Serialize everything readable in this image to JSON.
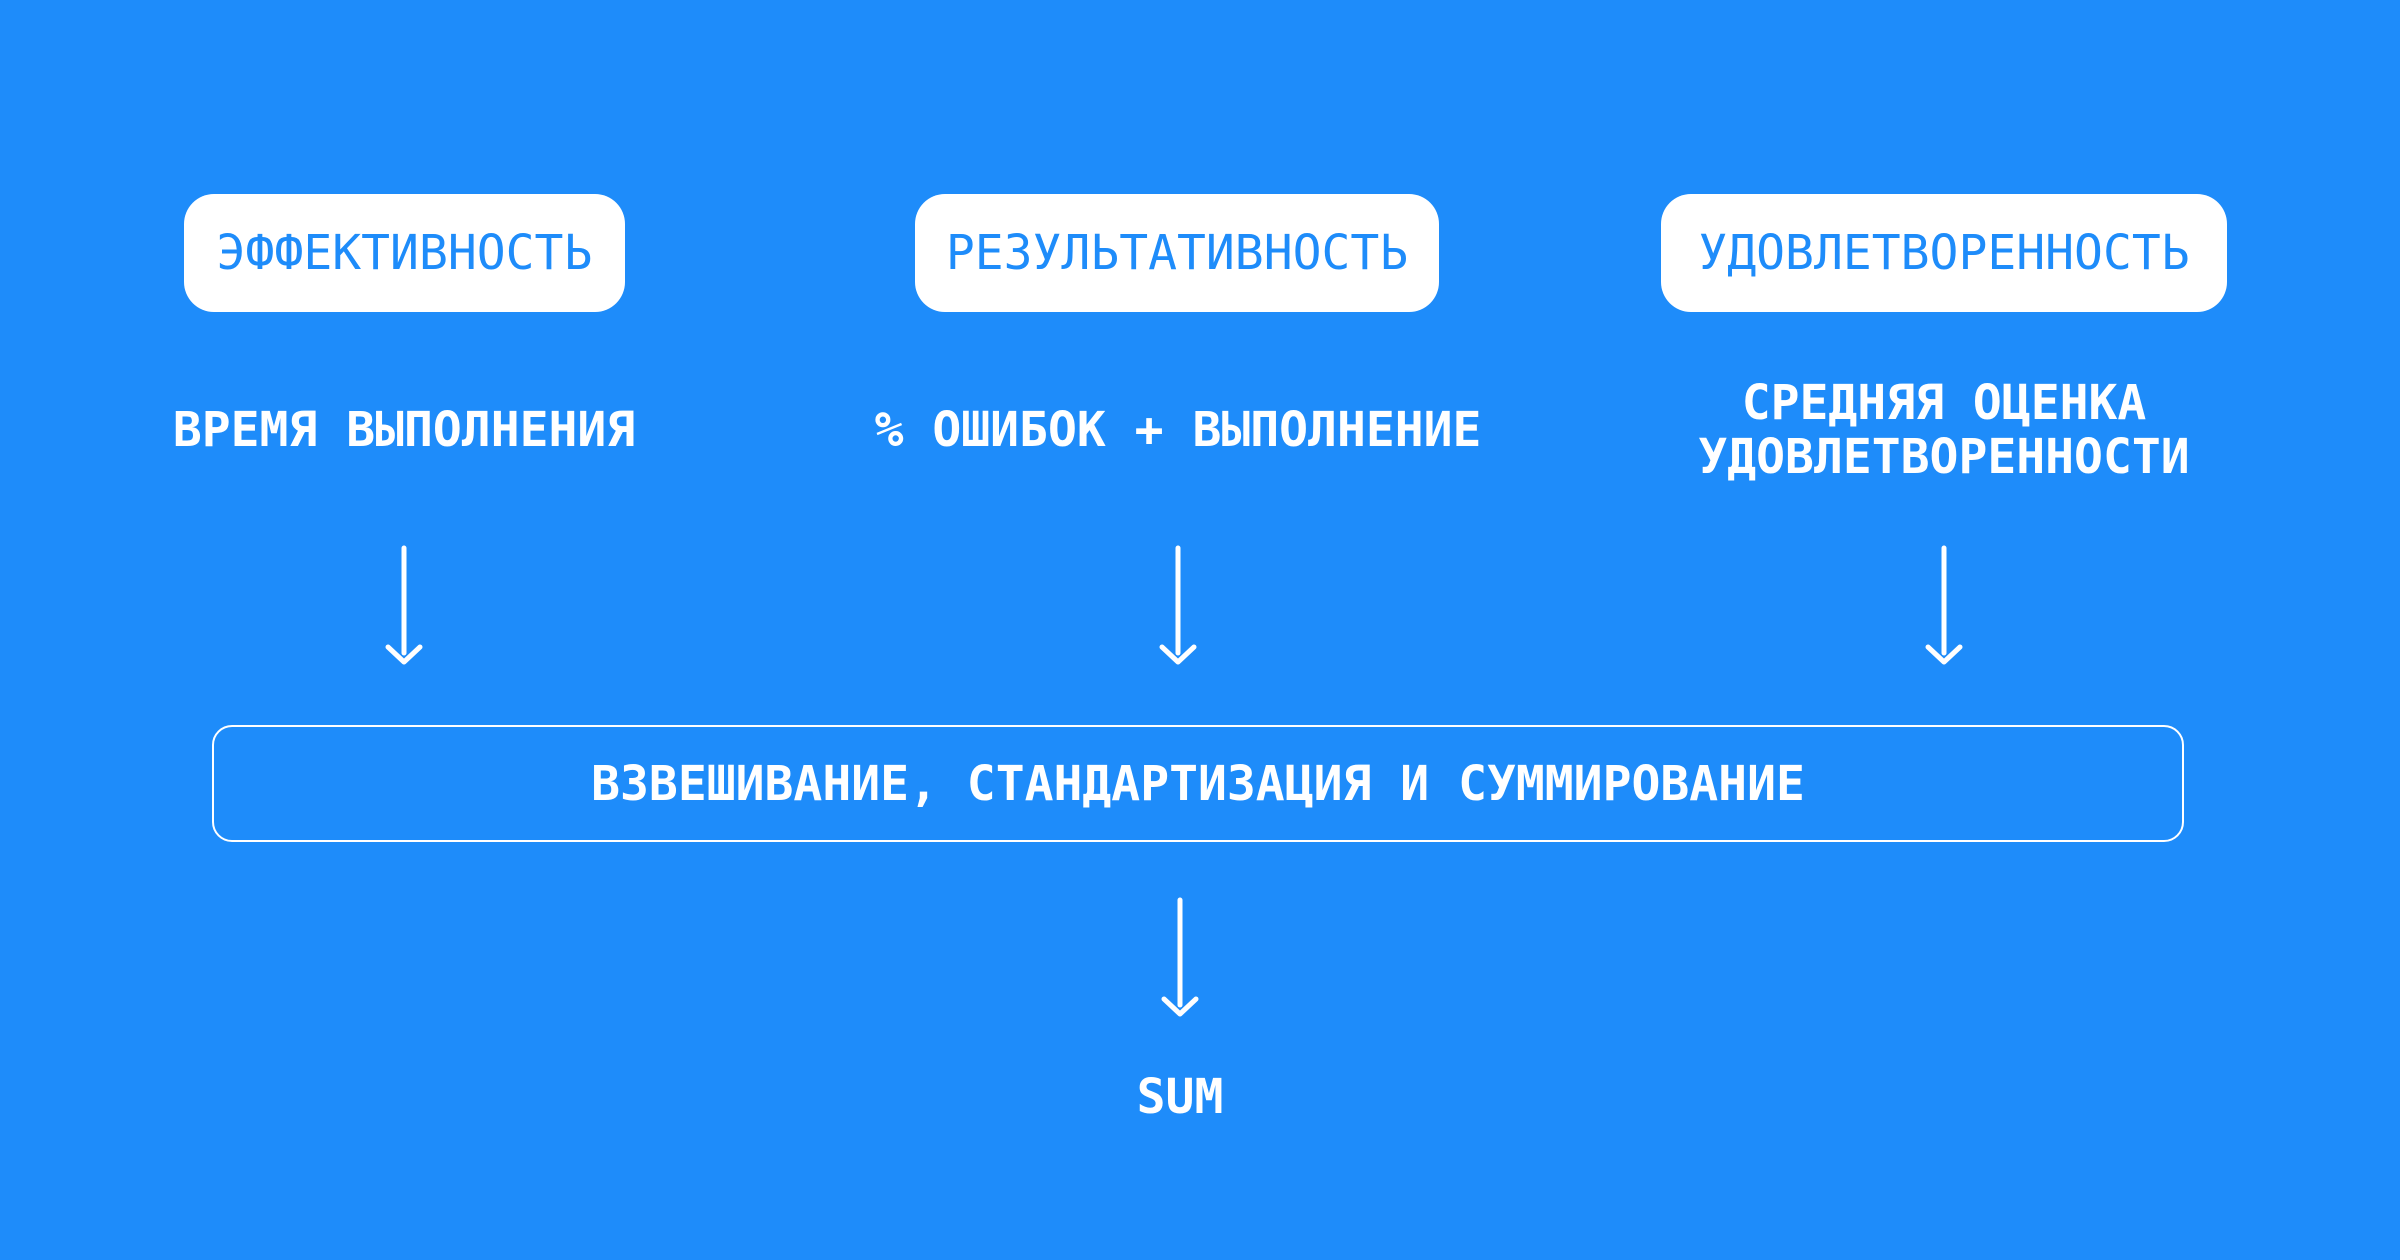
{
  "palette": {
    "background": "#1E8CFA",
    "card_background": "#FFFFFF",
    "card_text": "#1E8CFA",
    "light_text": "#FFFFFF"
  },
  "columns": [
    {
      "title": "ЭФФЕКТИВНОСТЬ",
      "metric_lines": [
        "ВРЕМЯ ВЫПОЛНЕНИЯ"
      ]
    },
    {
      "title": "РЕЗУЛЬТАТИВНОСТЬ",
      "metric_lines": [
        "% ОШИБОК + ВЫПОЛНЕНИЕ"
      ]
    },
    {
      "title": "УДОВЛЕТВОРЕННОСТЬ",
      "metric_lines": [
        "СРЕДНЯЯ ОЦЕНКА",
        "УДОВЛЕТВОРЕННОСТИ"
      ]
    }
  ],
  "aggregation_label": "ВЗВЕШИВАНИЕ, СТАНДАРТИЗАЦИЯ И СУММИРОВАНИЕ",
  "result_label": "SUM"
}
